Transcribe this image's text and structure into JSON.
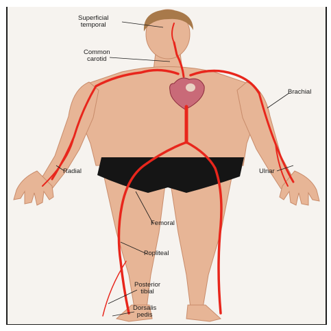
{
  "labels": {
    "superficial_temporal": [
      "Superficial",
      "temporal"
    ],
    "common_carotid": [
      "Common",
      "carotid"
    ],
    "brachial": "Brachial",
    "radial": "Radial",
    "ulnar": "Ulnar",
    "femoral": "Femoral",
    "popliteal": "Popliteal",
    "posterior_tibial": [
      "Posterior",
      "tibial"
    ],
    "dorsalis_pedis": [
      "Dorsalis",
      "pedis"
    ]
  },
  "colors": {
    "artery": "#e8261c",
    "skin": "#e7b596",
    "skin_shadow": "#cf9474",
    "hair": "#a8794a",
    "briefs": "#151515",
    "heart": "#c96a78",
    "background": "#f6f3ef"
  }
}
